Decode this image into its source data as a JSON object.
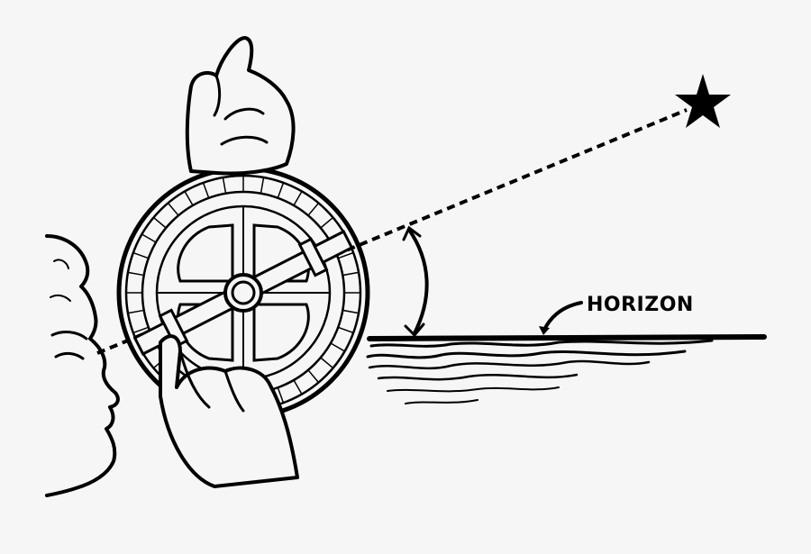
{
  "diagram": {
    "subject": "Measuring star altitude above the horizon with an astrolabe",
    "labels": {
      "horizon": "HORIZON"
    },
    "elements": [
      {
        "id": "observer-face",
        "kind": "profile face, left edge"
      },
      {
        "id": "astrolabe",
        "kind": "circular instrument with graduated rim and alidade"
      },
      {
        "id": "hand-top",
        "kind": "hand holding the ring at top"
      },
      {
        "id": "hand-bottom",
        "kind": "hand steadying the alidade"
      },
      {
        "id": "sight-line",
        "kind": "dashed line from eye to star"
      },
      {
        "id": "star",
        "kind": "five-pointed star, upper right"
      },
      {
        "id": "angle-arc",
        "kind": "double-headed arc marking altitude angle"
      },
      {
        "id": "horizon-line",
        "kind": "sea horizon with waves"
      },
      {
        "id": "horizon-arrow",
        "kind": "curved arrow pointing to horizon"
      }
    ],
    "colors": {
      "background": "#f6f6f6",
      "ink": "#000000"
    }
  }
}
